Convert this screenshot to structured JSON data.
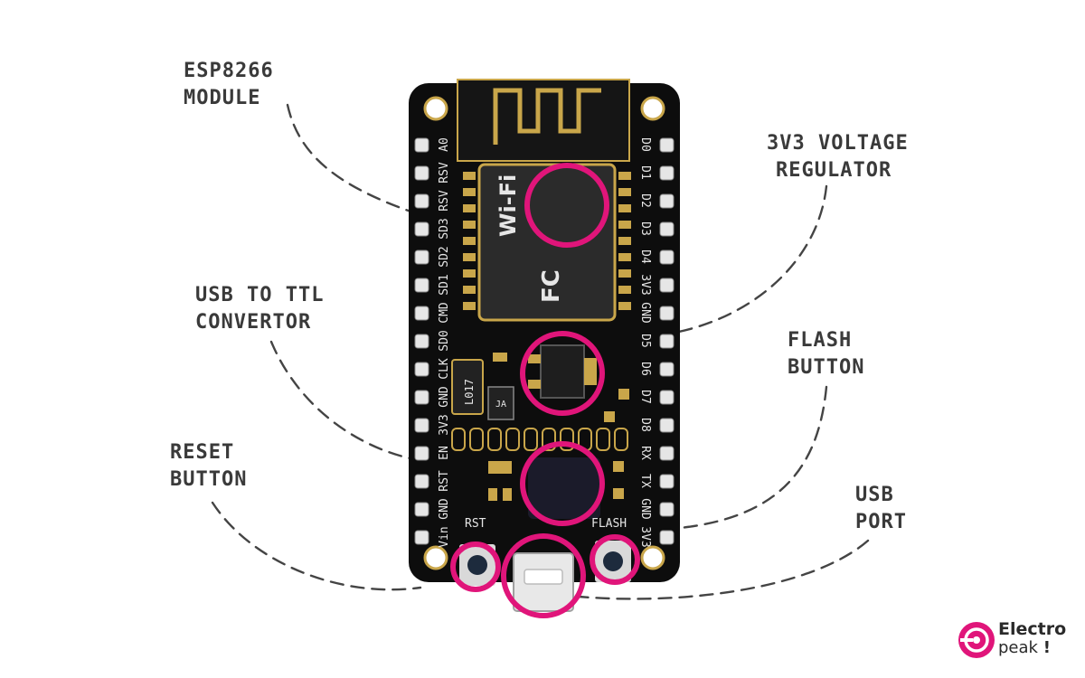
{
  "callouts": {
    "esp_module": {
      "line1": "ESP8266",
      "line2": "MODULE"
    },
    "regulator": {
      "line1": "3V3 VOLTAGE",
      "line2": "REGULATOR"
    },
    "usb_ttl": {
      "line1": "USB TO TTL",
      "line2": "CONVERTOR"
    },
    "flash_button": {
      "line1": "FLASH",
      "line2": "BUTTON"
    },
    "reset_button": {
      "line1": "RESET",
      "line2": "BUTTON"
    },
    "usb_port": {
      "line1": "USB",
      "line2": "PORT"
    }
  },
  "board": {
    "left_pins": [
      "Vin",
      "GND",
      "RST",
      "EN",
      "3V3",
      "GND",
      "CLK",
      "SD0",
      "CMD",
      "SD1",
      "SD2",
      "SD3",
      "RSV",
      "RSV",
      "A0"
    ],
    "right_pins": [
      "D0",
      "D1",
      "D2",
      "D3",
      "D4",
      "3V3",
      "GND",
      "D5",
      "D6",
      "D7",
      "D8",
      "RX",
      "TX",
      "GND",
      "3V3"
    ],
    "rst_label": "RST",
    "flash_label": "FLASH",
    "regulator_marking": "L017",
    "chip_marking": "JA",
    "fc_mark": "FC",
    "wifi_mark": "Wi-Fi"
  },
  "logo": {
    "word1": "Electro",
    "word2": "peak",
    "suffix": "!"
  },
  "colors": {
    "accent": "#e0157a",
    "board": "#0d0d0d",
    "pcb_trace": "#1a1a1a",
    "gold": "#c9a64a",
    "text": "#3a3a3a"
  }
}
